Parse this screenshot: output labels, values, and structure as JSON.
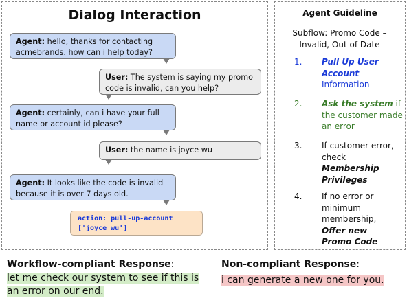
{
  "dialog": {
    "title": "Dialog Interaction",
    "messages": [
      {
        "speaker": "Agent:",
        "text": " hello, thanks for contacting acmebrands. how can i help today?"
      },
      {
        "speaker": "User:",
        "text": " The system is saying my promo code is invalid, can you help?"
      },
      {
        "speaker": "Agent:",
        "text": " certainly, can i have your full name or account id please?"
      },
      {
        "speaker": "User:",
        "text": " the name is joyce wu"
      },
      {
        "speaker": "Agent:",
        "text": " It looks like the code is invalid because it is over 7 days old."
      }
    ],
    "action": {
      "line1": "action: pull-up-account",
      "line2": "['joyce wu']"
    }
  },
  "guideline": {
    "title": "Agent Guideline",
    "subflow": "Subflow: Promo Code – Invalid, Out of Date",
    "steps": [
      {
        "num": "1.",
        "emph": "Pull Up User Account",
        "rest": "Information"
      },
      {
        "num": "2.",
        "emph": "Ask the system",
        "rest": "if the customer made an error"
      },
      {
        "num": "3.",
        "pre": "If customer error, check",
        "emph": "Membership Privileges"
      },
      {
        "num": "4.",
        "pre": "If no error or minimum membership,",
        "emph": "Offer new Promo Code"
      }
    ]
  },
  "responses": {
    "compliant_label": "Workflow-compliant Response",
    "compliant_text": "let me check our system to see if this is an error on our end.",
    "noncompliant_label": "Non-compliant Response",
    "noncompliant_text": "i can generate a new one for you.",
    "colon": ":"
  },
  "colors": {
    "agent_bubble": "#c9d9f5",
    "user_bubble": "#ececec",
    "action_box": "#fde3c6",
    "step1": "#1a3ad8",
    "step2": "#3a7d2a",
    "compliant_highlight": "#d3ecc7",
    "noncompliant_highlight": "#f5c6c6"
  }
}
